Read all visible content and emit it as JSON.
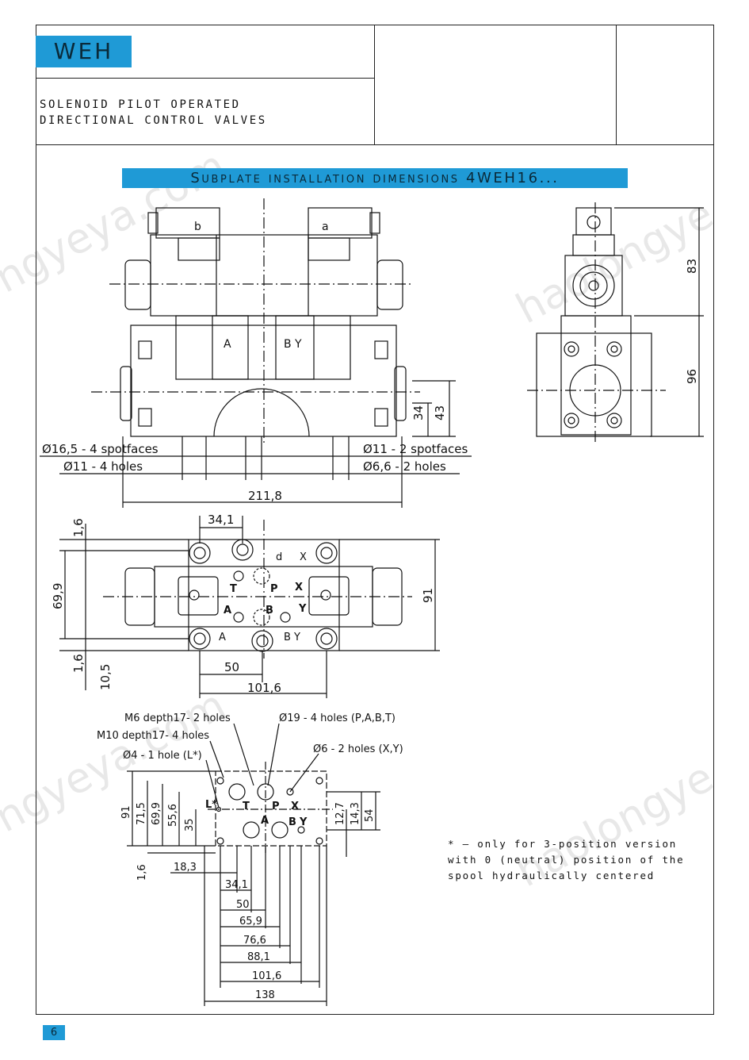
{
  "header": {
    "brand": "WEH",
    "subtitle_line1": "SOLENOID PILOT OPERATED",
    "subtitle_line2": "DIRECTIONAL CONTROL VALVES"
  },
  "banner": "Subplate installation dimensions 4WEH16...",
  "front_view": {
    "solenoid_b": "b",
    "solenoid_a": "a",
    "port_a": "A",
    "port_by": "B Y",
    "dim_34": "34",
    "dim_43": "43",
    "spotfaces_left": "Ø16,5 - 4 spotfaces",
    "holes_left": "Ø11 - 4 holes",
    "spotfaces_right": "Ø11 - 2 spotfaces",
    "holes_right": "Ø6,6 - 2 holes",
    "dim_211_8": "211,8"
  },
  "side_view": {
    "dim_83": "83",
    "dim_96": "96"
  },
  "top_view": {
    "dim_34_1": "34,1",
    "dim_1_6_top": "1,6",
    "dim_69_9": "69,9",
    "dim_1_6_bot": "1,6",
    "dim_10_5": "10,5",
    "dim_91": "91",
    "dim_50": "50",
    "dim_101_6": "101,6",
    "port_d": "d",
    "port_x": "X",
    "port_t": "T",
    "port_p": "P",
    "port_x2": "X",
    "port_a": "A",
    "port_b": "B",
    "port_y": "Y",
    "port_a2": "A",
    "port_by2": "B Y"
  },
  "subplate": {
    "m6": "M6 depth17- 2 holes",
    "m10": "M10 depth17- 4 holes",
    "d4": "Ø4 - 1 hole (L*)",
    "d19": "Ø19 - 4 holes (P,A,B,T)",
    "d6": "Ø6 - 2 holes (X,Y)",
    "v_91": "91",
    "v_71_5": "71,5",
    "v_69_9": "69,9",
    "v_55_6": "55,6",
    "v_35": "35",
    "v_1_6": "1,6",
    "v_12_7": "12,7",
    "v_14_3": "14,3",
    "v_54": "54",
    "h_18_3": "18,3",
    "h_34_1": "34,1",
    "h_50": "50",
    "h_65_9": "65,9",
    "h_76_6": "76,6",
    "h_88_1": "88,1",
    "h_101_6": "101,6",
    "h_138": "138",
    "port_l": "L*",
    "port_t": "T",
    "port_p": "P",
    "port_x": "X",
    "port_a": "A",
    "port_b": "B",
    "port_y": "Y"
  },
  "note": {
    "line1": "* – only for 3-position version",
    "line2": "with 0 (neutral) position of the",
    "line3": "spool hydraulically centered"
  },
  "page_number": "6"
}
